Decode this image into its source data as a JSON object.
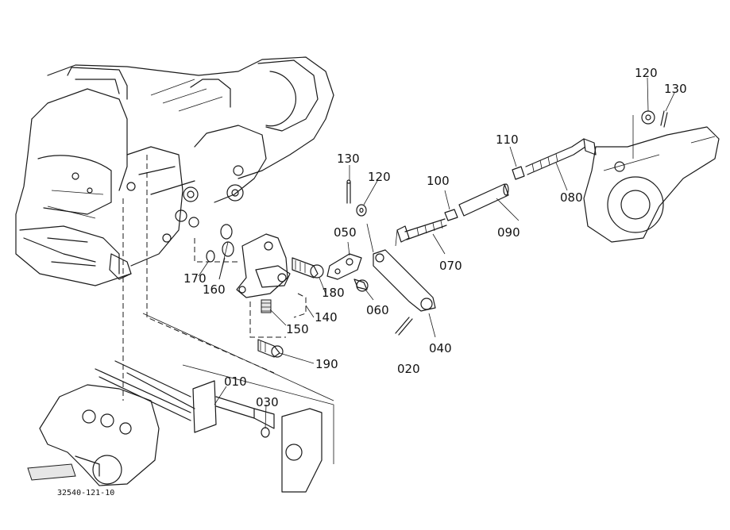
{
  "figure": {
    "part_labels": [
      {
        "id": "p010",
        "text": "010"
      },
      {
        "id": "p020",
        "text": "020"
      },
      {
        "id": "p030",
        "text": "030"
      },
      {
        "id": "p040",
        "text": "040"
      },
      {
        "id": "p050",
        "text": "050"
      },
      {
        "id": "p060",
        "text": "060"
      },
      {
        "id": "p070",
        "text": "070"
      },
      {
        "id": "p080",
        "text": "080"
      },
      {
        "id": "p090",
        "text": "090"
      },
      {
        "id": "p100",
        "text": "100"
      },
      {
        "id": "p110",
        "text": "110"
      },
      {
        "id": "p120a",
        "text": "120"
      },
      {
        "id": "p120b",
        "text": "120"
      },
      {
        "id": "p130a",
        "text": "130"
      },
      {
        "id": "p130b",
        "text": "130"
      },
      {
        "id": "p140",
        "text": "140"
      },
      {
        "id": "p150",
        "text": "150"
      },
      {
        "id": "p160",
        "text": "160"
      },
      {
        "id": "p170",
        "text": "170"
      },
      {
        "id": "p180",
        "text": "180"
      },
      {
        "id": "p190",
        "text": "190"
      }
    ],
    "drawing_code": "32540-121-10"
  },
  "colors": {
    "ink": "#1a1a1a",
    "paper": "#ffffff"
  }
}
